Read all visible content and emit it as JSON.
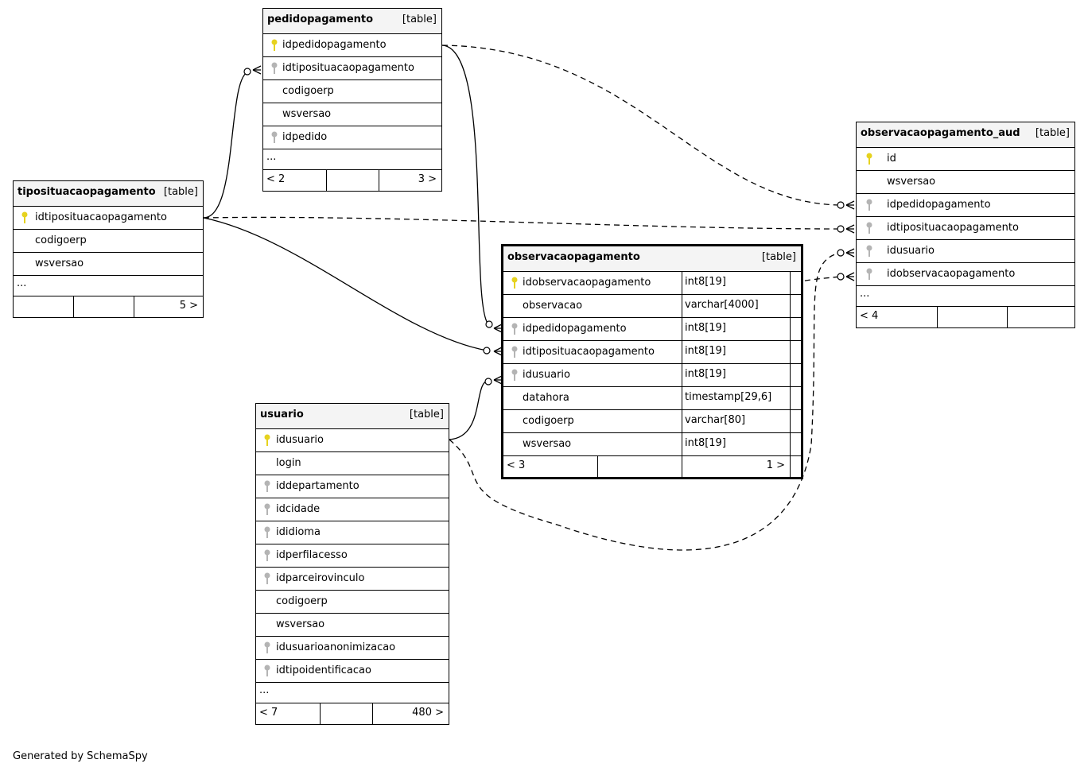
{
  "table_tag": "[table]",
  "tables": {
    "pedidopagamento": {
      "name": "pedidopagamento",
      "columns": [
        "idpedidopagamento",
        "idtiposituacaopagamento",
        "codigoerp",
        "wsversao",
        "idpedido"
      ],
      "ellipsis": "...",
      "foot_left": "< 2",
      "foot_right": "3 >"
    },
    "tiposituacaopagamento": {
      "name": "tiposituacaopagamento",
      "columns": [
        "idtiposituacaopagamento",
        "codigoerp",
        "wsversao"
      ],
      "ellipsis": "...",
      "foot_left": "",
      "foot_right": "5 >"
    },
    "observacaopagamento": {
      "name": "observacaopagamento",
      "columns": [
        {
          "name": "idobservacaopagamento",
          "type": "int8[19]"
        },
        {
          "name": "observacao",
          "type": "varchar[4000]"
        },
        {
          "name": "idpedidopagamento",
          "type": "int8[19]"
        },
        {
          "name": "idtiposituacaopagamento",
          "type": "int8[19]"
        },
        {
          "name": "idusuario",
          "type": "int8[19]"
        },
        {
          "name": "datahora",
          "type": "timestamp[29,6]"
        },
        {
          "name": "codigoerp",
          "type": "varchar[80]"
        },
        {
          "name": "wsversao",
          "type": "int8[19]"
        }
      ],
      "foot_left": "< 3",
      "foot_right": "1 >"
    },
    "observacaopagamento_aud": {
      "name": "observacaopagamento_aud",
      "columns": [
        "id",
        "wsversao",
        "idpedidopagamento",
        "idtiposituacaopagamento",
        "idusuario",
        "idobservacaopagamento"
      ],
      "ellipsis": "...",
      "foot_left": "< 4",
      "foot_right": ""
    },
    "usuario": {
      "name": "usuario",
      "columns": [
        "idusuario",
        "login",
        "iddepartamento",
        "idcidade",
        "ididioma",
        "idperfilacesso",
        "idparceirovinculo",
        "codigoerp",
        "wsversao",
        "idusuarioanonimizacao",
        "idtipoidentificacao"
      ],
      "ellipsis": "...",
      "foot_left": "< 7",
      "foot_right": "480 >"
    }
  },
  "colors": {
    "primary_key": "#e6d21e",
    "foreign_key": "#b4b4b4",
    "header_bg": "#f4f4f4"
  },
  "footer": "Generated by SchemaSpy"
}
